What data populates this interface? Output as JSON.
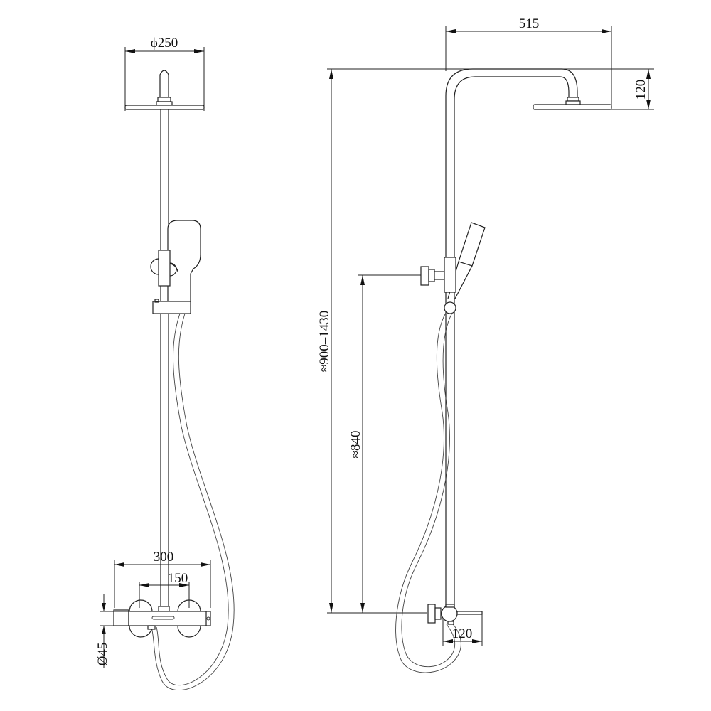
{
  "drawing": {
    "title": "Shower column technical drawing",
    "views": [
      "front-view",
      "side-view"
    ]
  },
  "front_view": {
    "dimensions": {
      "head_diameter": "ϕ250",
      "mixer_width": "300",
      "inlet_spacing": "150",
      "mixer_diameter": "Ø45"
    }
  },
  "side_view": {
    "dimensions": {
      "arm_reach": "515",
      "head_drop": "120",
      "total_height": "≈900–1430",
      "holder_height": "≈840",
      "wall_offset": "120"
    }
  },
  "colors": {
    "line": "#222222",
    "background": "#ffffff"
  }
}
